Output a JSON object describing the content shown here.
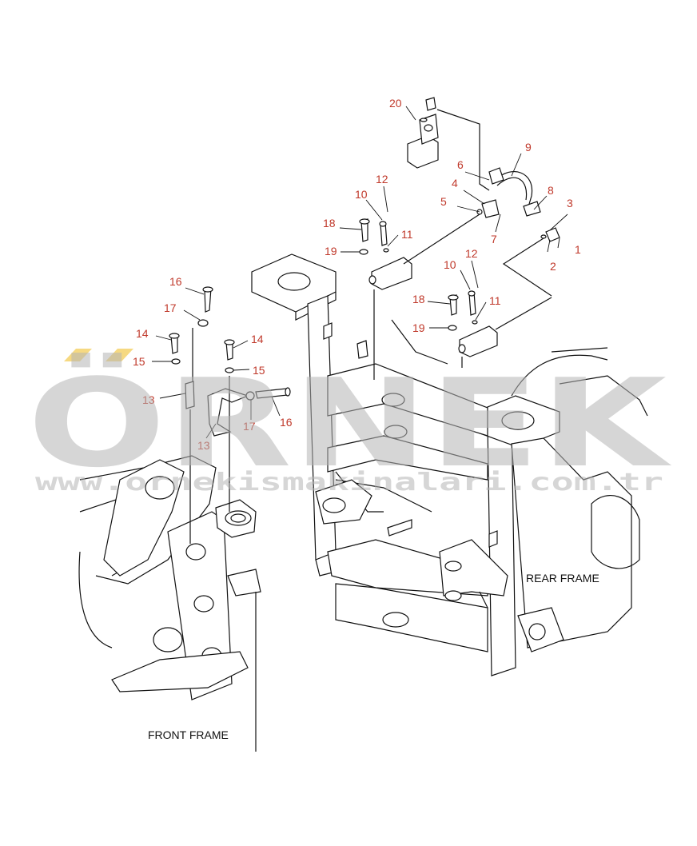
{
  "labels": {
    "front_frame": "FRONT FRAME",
    "rear_frame": "REAR FRAME"
  },
  "callouts": [
    "1",
    "2",
    "3",
    "4",
    "5",
    "6",
    "7",
    "8",
    "9",
    "10",
    "10",
    "11",
    "11",
    "12",
    "12",
    "13",
    "13",
    "14",
    "14",
    "15",
    "15",
    "16",
    "16",
    "17",
    "17",
    "18",
    "18",
    "19",
    "19",
    "20"
  ],
  "watermark": {
    "brand": "ÖRNEK",
    "url": "www.ornekismakinalari.com.tr"
  },
  "colors": {
    "callout": "#c0392b",
    "watermark": "#b5b5b5",
    "watermark_accent": "#f2c94c",
    "line": "#111111"
  }
}
